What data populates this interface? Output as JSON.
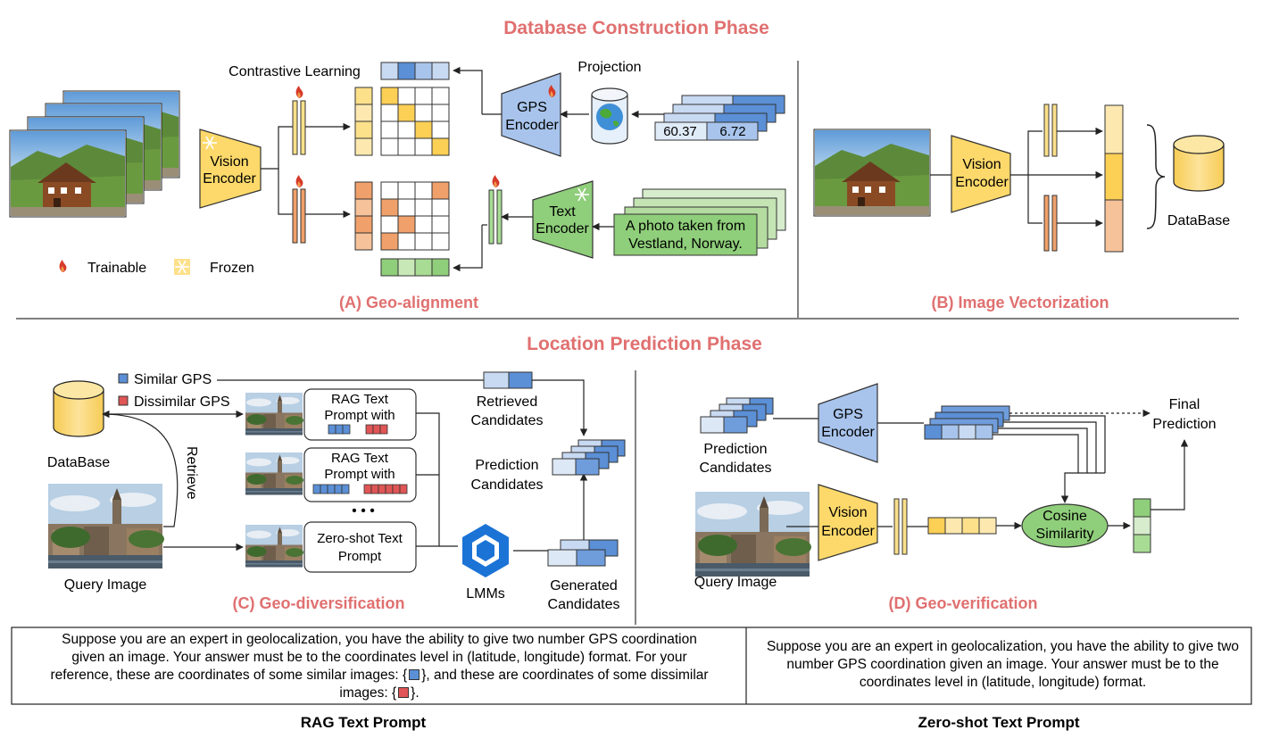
{
  "phases": {
    "construction": "Database Construction Phase",
    "prediction": "Location Prediction Phase"
  },
  "sections": {
    "a": "(A) Geo-alignment",
    "b": "(B) Image Vectorization",
    "c": "(C) Geo-diversification",
    "d": "(D) Geo-verification"
  },
  "labels": {
    "contrastive": "Contrastive Learning",
    "projection": "Projection",
    "vision_encoder_1": "Vision",
    "vision_encoder_2": "Encoder",
    "gps_encoder_1": "GPS",
    "gps_encoder_2": "Encoder",
    "text_encoder_1": "Text",
    "text_encoder_2": "Encoder",
    "lat": "60.37",
    "lon": "6.72",
    "caption_1": "A photo taken from",
    "caption_2": "Vestland, Norway.",
    "trainable": "Trainable",
    "frozen": "Frozen",
    "database": "DataBase",
    "similar_gps": "Similar GPS",
    "dissimilar_gps": "Dissimilar GPS",
    "retrieve": "Retrieve",
    "query_image": "Query Image",
    "rag_prompt_1": "RAG Text",
    "rag_prompt_2": "Prompt with",
    "zero_shot_1": "Zero-shot Text",
    "zero_shot_2": "Prompt",
    "ellipsis": "• • •",
    "retrieved_1": "Retrieved",
    "retrieved_2": "Candidates",
    "pred_cand_1": "Prediction",
    "pred_cand_2": "Candidates",
    "lmms": "LMMs",
    "generated_1": "Generated",
    "generated_2": "Candidates",
    "final_1": "Final",
    "final_2": "Prediction",
    "cosine_1": "Cosine",
    "cosine_2": "Similarity"
  },
  "prompts": {
    "rag_text_1": "Suppose you are an expert in geolocalization, you have the ability to give two number GPS coordination given an image. Your answer must be to the coordinates level in (latitude, longitude) format. For your reference, these are coordinates of some similar images: {",
    "rag_text_2": "}, and these are coordinates of some dissimilar images: {",
    "rag_text_3": "}.",
    "zero_text": "Suppose you are an expert in geolocalization, you have the ability to give two number GPS coordination given an image. Your answer must be to the coordinates level in (latitude, longitude) format.",
    "rag_caption": "RAG Text Prompt",
    "zero_caption": "Zero-shot Text Prompt"
  },
  "colors": {
    "phase_title": "#e07070",
    "encoder_yellow": "#fcd96a",
    "gps_blue": "#a8c4ec",
    "text_green": "#8fce7a",
    "orange": "#f0a06a",
    "blue_dark": "#5b8fd6"
  }
}
